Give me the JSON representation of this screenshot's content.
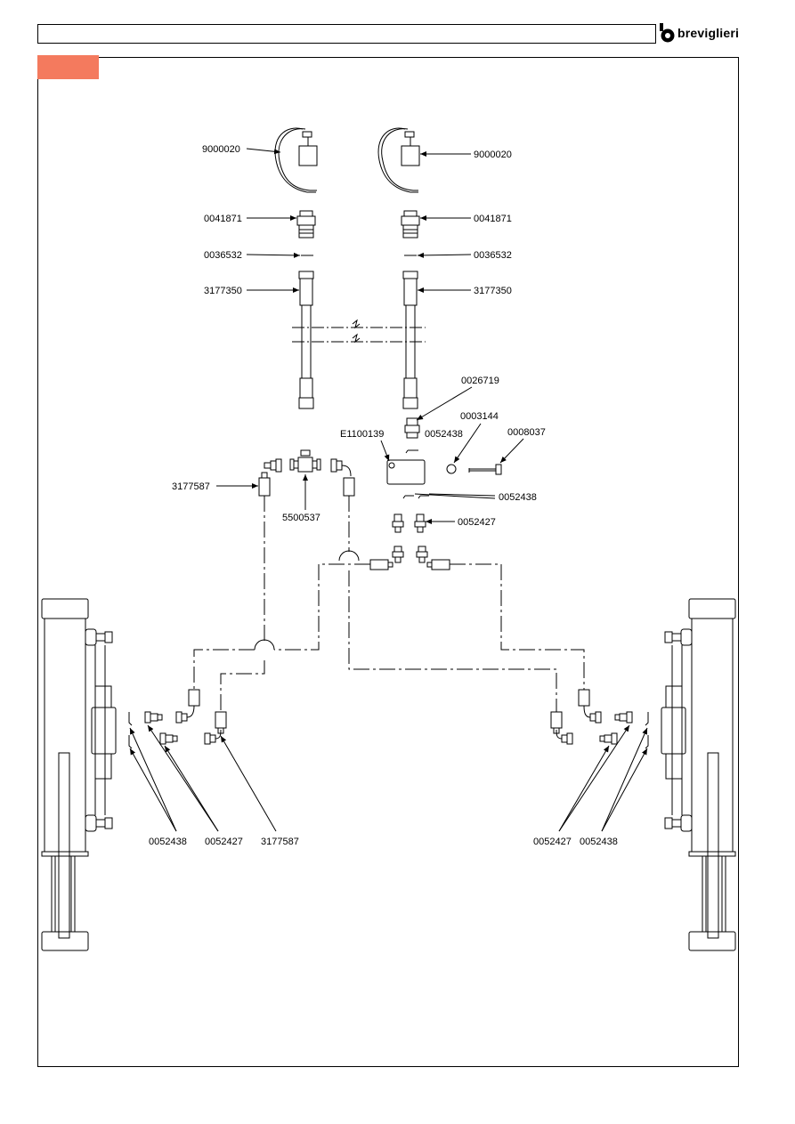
{
  "header": {
    "title": ""
  },
  "logo": {
    "text": "breviglieri"
  },
  "colors": {
    "tab": "#f47a5e",
    "line": "#000000"
  },
  "labels": {
    "sensor_left": "9000020",
    "sensor_right": "9000020",
    "fitting_left": "0041871",
    "fitting_right": "0041871",
    "seal_left": "0036532",
    "seal_right": "0036532",
    "hose_left": "3177350",
    "hose_right": "3177350",
    "center_top": "0026719",
    "center_washer": "0003144",
    "center_block": "E1100139",
    "center_seal_top": "0052438",
    "center_pin": "0008037",
    "center_seal_mid": "0052438",
    "center_elbow": "0052427",
    "upper_hose_left": "3177587",
    "tee": "5500537",
    "bottom_left_seal": "0052438",
    "bottom_left_elbow": "0052427",
    "bottom_left_hose": "3177587",
    "bottom_right_elbow": "0052427",
    "bottom_right_seal": "0052438"
  }
}
